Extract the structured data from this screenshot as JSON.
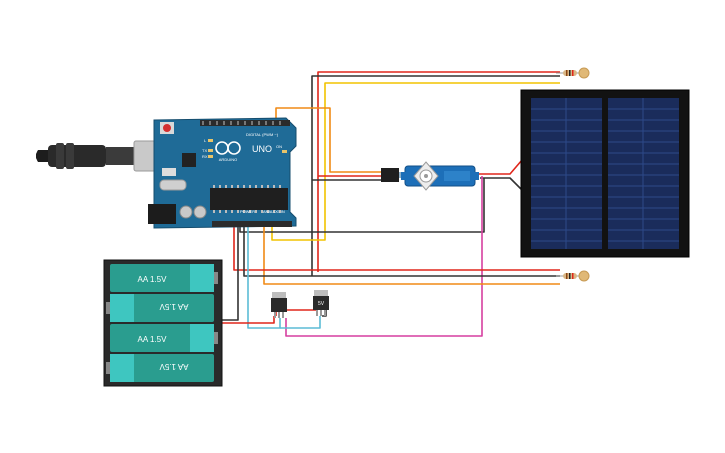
{
  "arduino": {
    "brand": "ARDUINO",
    "model": "UNO",
    "digital_label": "DIGITAL (PWM ~)",
    "power_label": "POWER",
    "analog_label": "ANALOG IN",
    "tx_label": "TX",
    "rx_label": "RX",
    "l_label": "L",
    "on_label": "ON"
  },
  "battery_pack": {
    "cells": [
      {
        "label": "AA 1.5V",
        "flipped": false
      },
      {
        "label": "AA 1.5V",
        "flipped": true
      },
      {
        "label": "AA 1.5V",
        "flipped": false
      },
      {
        "label": "AA 1.5V",
        "flipped": true
      }
    ],
    "color_cell": "#2a9d8f",
    "color_terminal": "#3ec6c0"
  },
  "regulators": [
    {
      "label": "",
      "name": "regulator-left"
    },
    {
      "label": "5V",
      "name": "regulator-right"
    }
  ],
  "colors": {
    "wire_red": "#e0261b",
    "wire_black": "#333333",
    "wire_yellow": "#f2c300",
    "wire_orange": "#f08a16",
    "wire_pink": "#d63fa0",
    "wire_cyan": "#5bbcd6",
    "board": "#1f6b97",
    "solar": "#1a2c5b"
  }
}
